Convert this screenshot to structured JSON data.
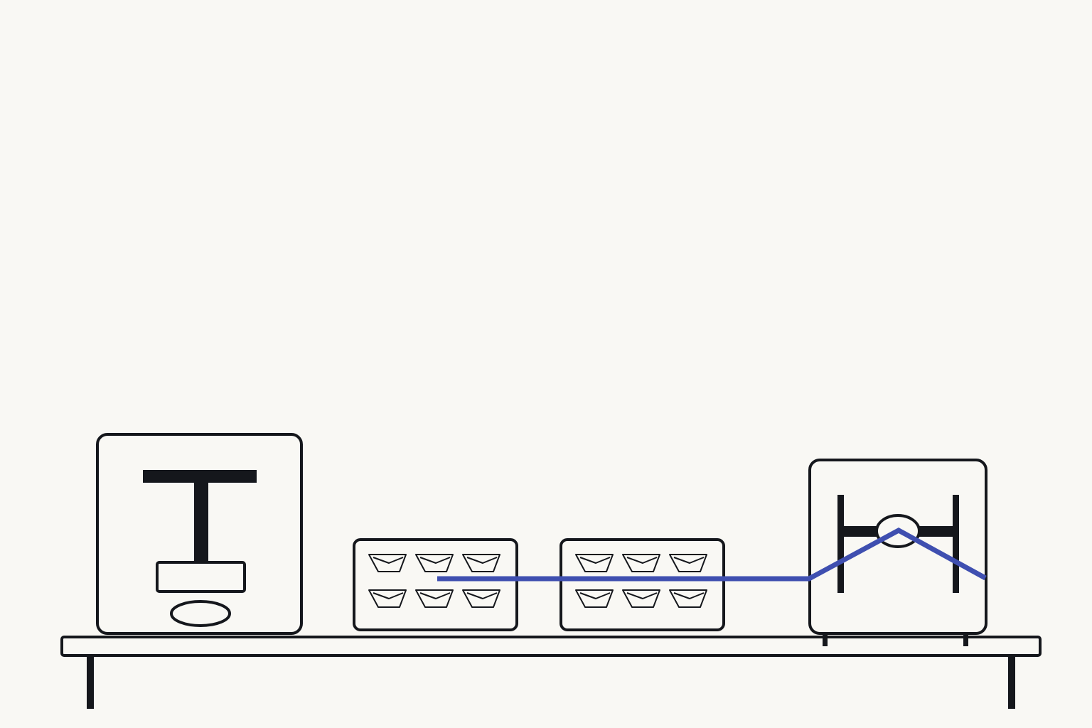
{
  "diagram": {
    "colors": {
      "background": "#f9f8f4",
      "outline": "#15171c",
      "fill": "#f9f8f4",
      "beam": "#3f4fb0"
    },
    "components": [
      {
        "kind": "press-unit",
        "icon": "t-press-icon"
      },
      {
        "kind": "tray-unit",
        "icon": "cup-grid-icon",
        "rows": 2,
        "cols": 3
      },
      {
        "kind": "tray-unit",
        "icon": "cup-grid-icon",
        "rows": 2,
        "cols": 3
      },
      {
        "kind": "reel-unit",
        "icon": "reel-icon"
      }
    ],
    "table": {
      "legs": 2
    },
    "beam": {
      "kind": "polyline"
    }
  }
}
